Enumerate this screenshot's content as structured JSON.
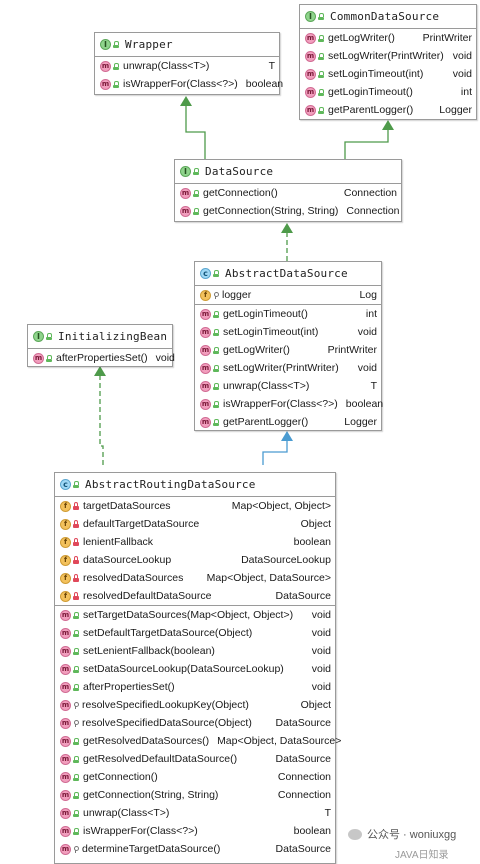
{
  "watermark": "公众号 · woniuxgg",
  "watermark_sub": "JAVA日知录",
  "wrapper": {
    "title": "Wrapper",
    "methods": [
      {
        "name": "unwrap(Class<T>)",
        "type": "T"
      },
      {
        "name": "isWrapperFor(Class<?>)",
        "type": "boolean"
      }
    ]
  },
  "common": {
    "title": "CommonDataSource",
    "methods": [
      {
        "name": "getLogWriter()",
        "type": "PrintWriter"
      },
      {
        "name": "setLogWriter(PrintWriter)",
        "type": "void"
      },
      {
        "name": "setLoginTimeout(int)",
        "type": "void"
      },
      {
        "name": "getLoginTimeout()",
        "type": "int"
      },
      {
        "name": "getParentLogger()",
        "type": "Logger"
      }
    ]
  },
  "datasource": {
    "title": "DataSource",
    "methods": [
      {
        "name": "getConnection()",
        "type": "Connection"
      },
      {
        "name": "getConnection(String, String)",
        "type": "Connection"
      }
    ]
  },
  "abstract": {
    "title": "AbstractDataSource",
    "fields": [
      {
        "name": "logger",
        "type": "Log"
      }
    ],
    "methods": [
      {
        "name": "getLoginTimeout()",
        "type": "int"
      },
      {
        "name": "setLoginTimeout(int)",
        "type": "void"
      },
      {
        "name": "getLogWriter()",
        "type": "PrintWriter"
      },
      {
        "name": "setLogWriter(PrintWriter)",
        "type": "void"
      },
      {
        "name": "unwrap(Class<T>)",
        "type": "T"
      },
      {
        "name": "isWrapperFor(Class<?>)",
        "type": "boolean"
      },
      {
        "name": "getParentLogger()",
        "type": "Logger"
      }
    ]
  },
  "initbean": {
    "title": "InitializingBean",
    "methods": [
      {
        "name": "afterPropertiesSet()",
        "type": "void"
      }
    ]
  },
  "routing": {
    "title": "AbstractRoutingDataSource",
    "fields": [
      {
        "name": "targetDataSources",
        "type": "Map<Object, Object>"
      },
      {
        "name": "defaultTargetDataSource",
        "type": "Object"
      },
      {
        "name": "lenientFallback",
        "type": "boolean"
      },
      {
        "name": "dataSourceLookup",
        "type": "DataSourceLookup"
      },
      {
        "name": "resolvedDataSources",
        "type": "Map<Object, DataSource>"
      },
      {
        "name": "resolvedDefaultDataSource",
        "type": "DataSource"
      }
    ],
    "methods": [
      {
        "name": "setTargetDataSources(Map<Object, Object>)",
        "type": "void"
      },
      {
        "name": "setDefaultTargetDataSource(Object)",
        "type": "void"
      },
      {
        "name": "setLenientFallback(boolean)",
        "type": "void"
      },
      {
        "name": "setDataSourceLookup(DataSourceLookup)",
        "type": "void"
      },
      {
        "name": "afterPropertiesSet()",
        "type": "void"
      },
      {
        "name": "resolveSpecifiedLookupKey(Object)",
        "type": "Object"
      },
      {
        "name": "resolveSpecifiedDataSource(Object)",
        "type": "DataSource"
      },
      {
        "name": "getResolvedDataSources()",
        "type": "Map<Object, DataSource>"
      },
      {
        "name": "getResolvedDefaultDataSource()",
        "type": "DataSource"
      },
      {
        "name": "getConnection()",
        "type": "Connection"
      },
      {
        "name": "getConnection(String, String)",
        "type": "Connection"
      },
      {
        "name": "unwrap(Class<T>)",
        "type": "T"
      },
      {
        "name": "isWrapperFor(Class<?>)",
        "type": "boolean"
      },
      {
        "name": "determineTargetDataSource()",
        "type": "DataSource"
      }
    ]
  }
}
